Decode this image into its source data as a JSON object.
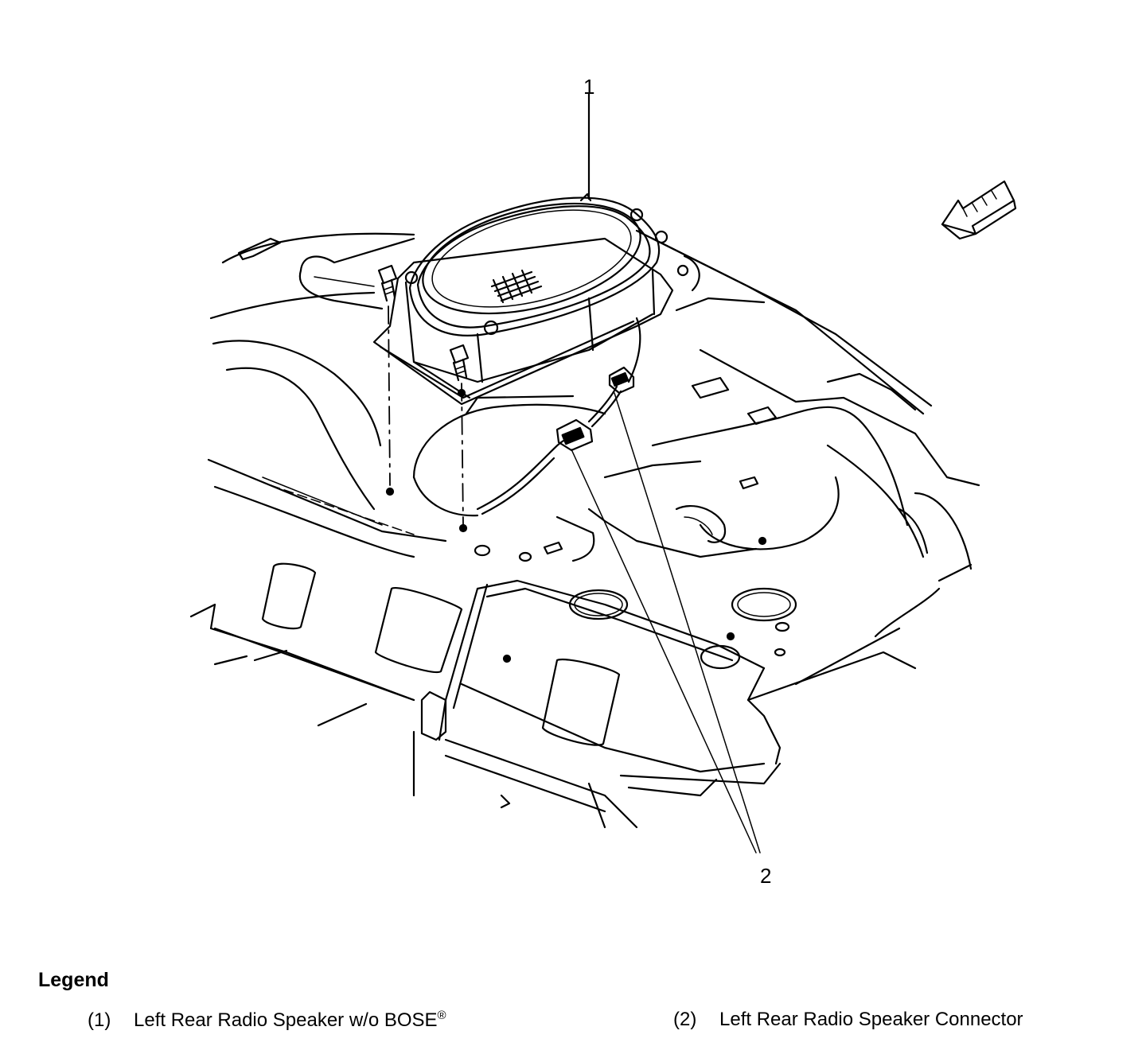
{
  "callouts": [
    {
      "number": "1"
    },
    {
      "number": "2"
    }
  ],
  "legend": {
    "title": "Legend",
    "items": [
      {
        "number": "(1)",
        "label": "Left Rear Radio Speaker w/o BOSE",
        "superscript": "®"
      },
      {
        "number": "(2)",
        "label": "Left Rear Radio Speaker Connector",
        "superscript": ""
      }
    ]
  },
  "icons": {
    "direction_arrow": "front-direction-arrow-icon"
  }
}
